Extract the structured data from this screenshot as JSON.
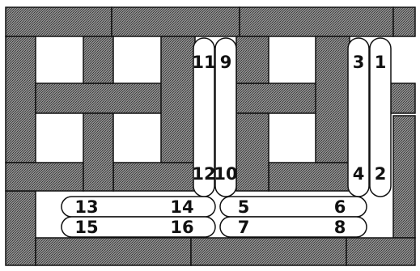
{
  "labels": {
    "l1": "1",
    "l2": "2",
    "l3": "3",
    "l4": "4",
    "l5": "5",
    "l6": "6",
    "l7": "7",
    "l8": "8",
    "l9": "9",
    "l10": "10",
    "l11": "11",
    "l12": "12",
    "l13": "13",
    "l14": "14",
    "l15": "15",
    "l16": "16"
  },
  "colors": {
    "frame_fill": "#7a7a7a",
    "border_line": "#111111",
    "background": "#ffffff",
    "capsule_fill": "#ffffff"
  }
}
